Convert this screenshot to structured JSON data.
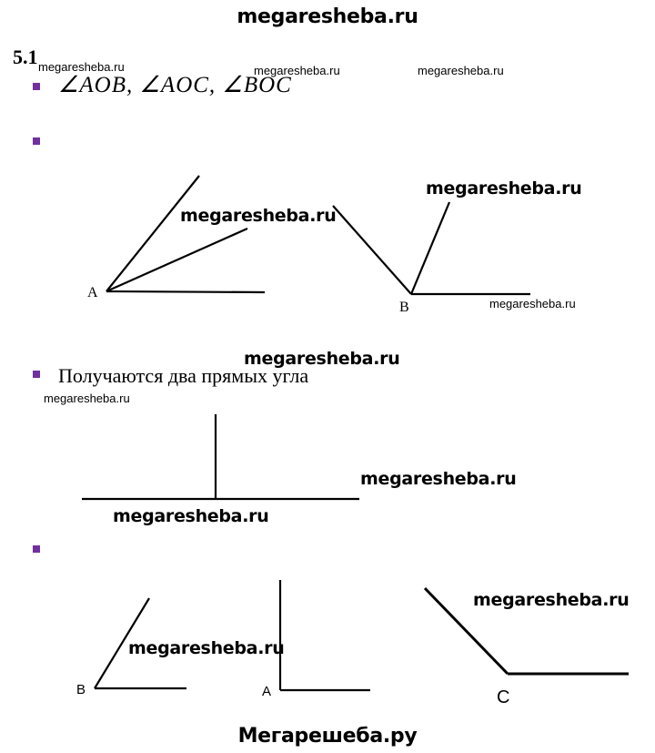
{
  "header": {
    "site_title": "megaresheba.ru"
  },
  "footer": {
    "site_title": "Мегарешеба.ру"
  },
  "problem_number": "5.1",
  "items": [
    {
      "text": "∠AOB, ∠AOC, ∠BOC"
    },
    {
      "text": ""
    },
    {
      "text": "Получаются два прямых угла"
    },
    {
      "text": ""
    }
  ],
  "figure_labels": {
    "a1": "A",
    "b1": "B",
    "b2": "B",
    "a2": "A",
    "c2": "C"
  },
  "watermark": "megaresheba.ru",
  "colors": {
    "bullet": "#7030a0"
  }
}
